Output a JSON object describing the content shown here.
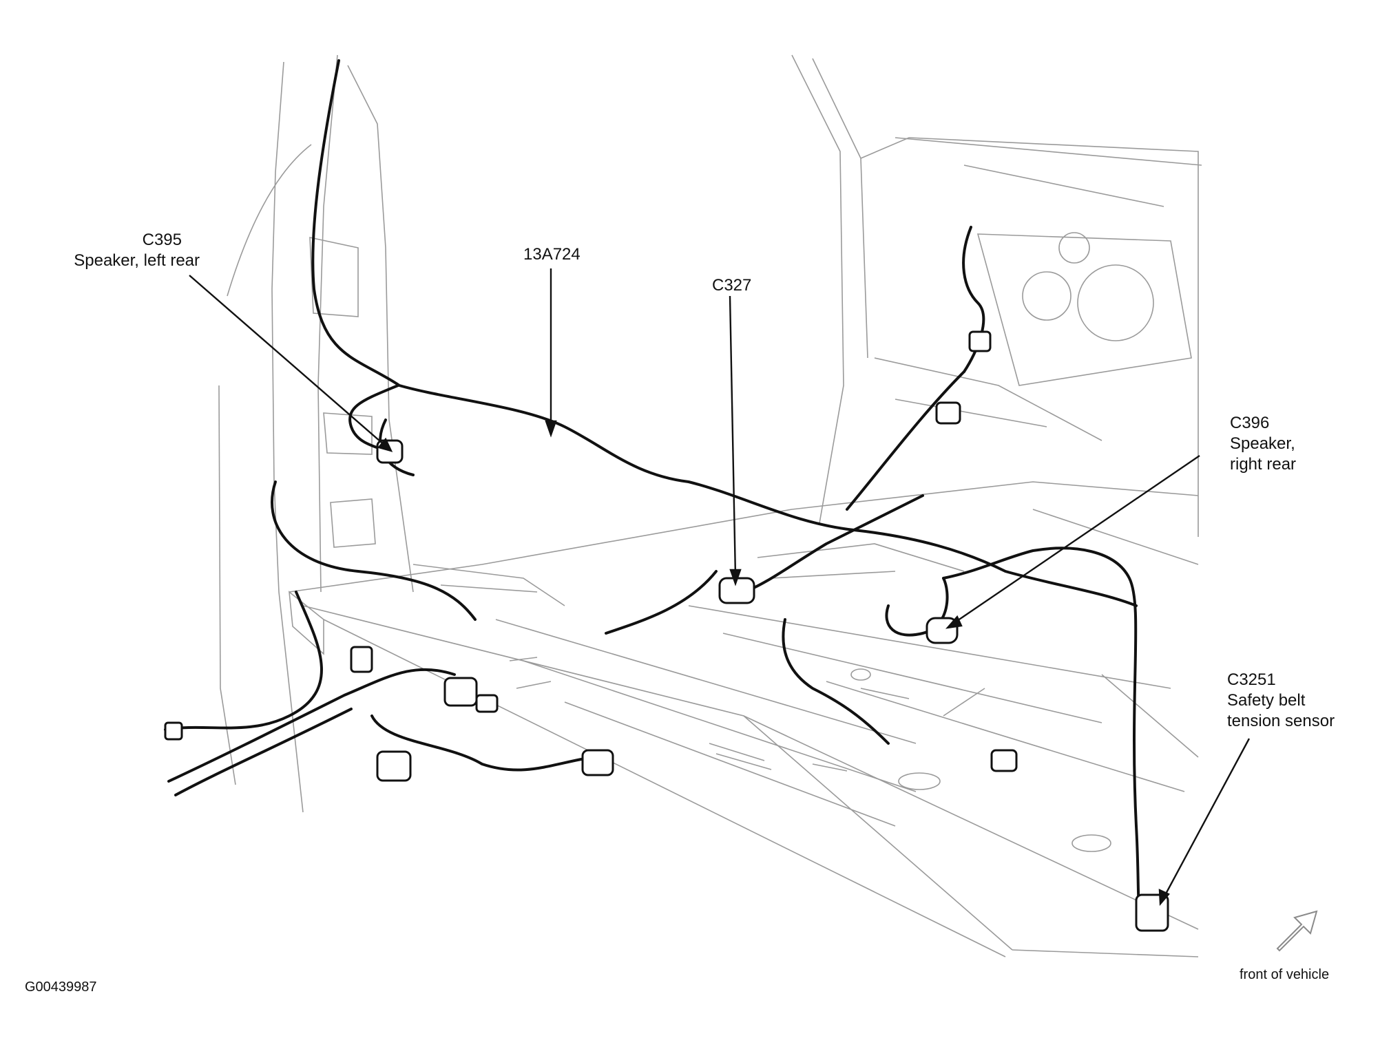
{
  "labels": {
    "c395": {
      "code": "C395",
      "desc": "Speaker, left rear"
    },
    "harness": {
      "code": "13A724"
    },
    "c327": {
      "code": "C327"
    },
    "c396": {
      "code": "C396",
      "desc_line1": "Speaker,",
      "desc_line2": "right rear"
    },
    "c3251": {
      "code": "C3251",
      "desc_line1": "Safety belt",
      "desc_line2": "tension sensor"
    }
  },
  "front_of_vehicle": "front of vehicle",
  "figure_id": "G00439987",
  "colors": {
    "line": "#111111",
    "sketch": "#9a9a9a",
    "background": "#ffffff"
  },
  "icons": {
    "direction_arrow": "hollow-arrow-up-right"
  }
}
